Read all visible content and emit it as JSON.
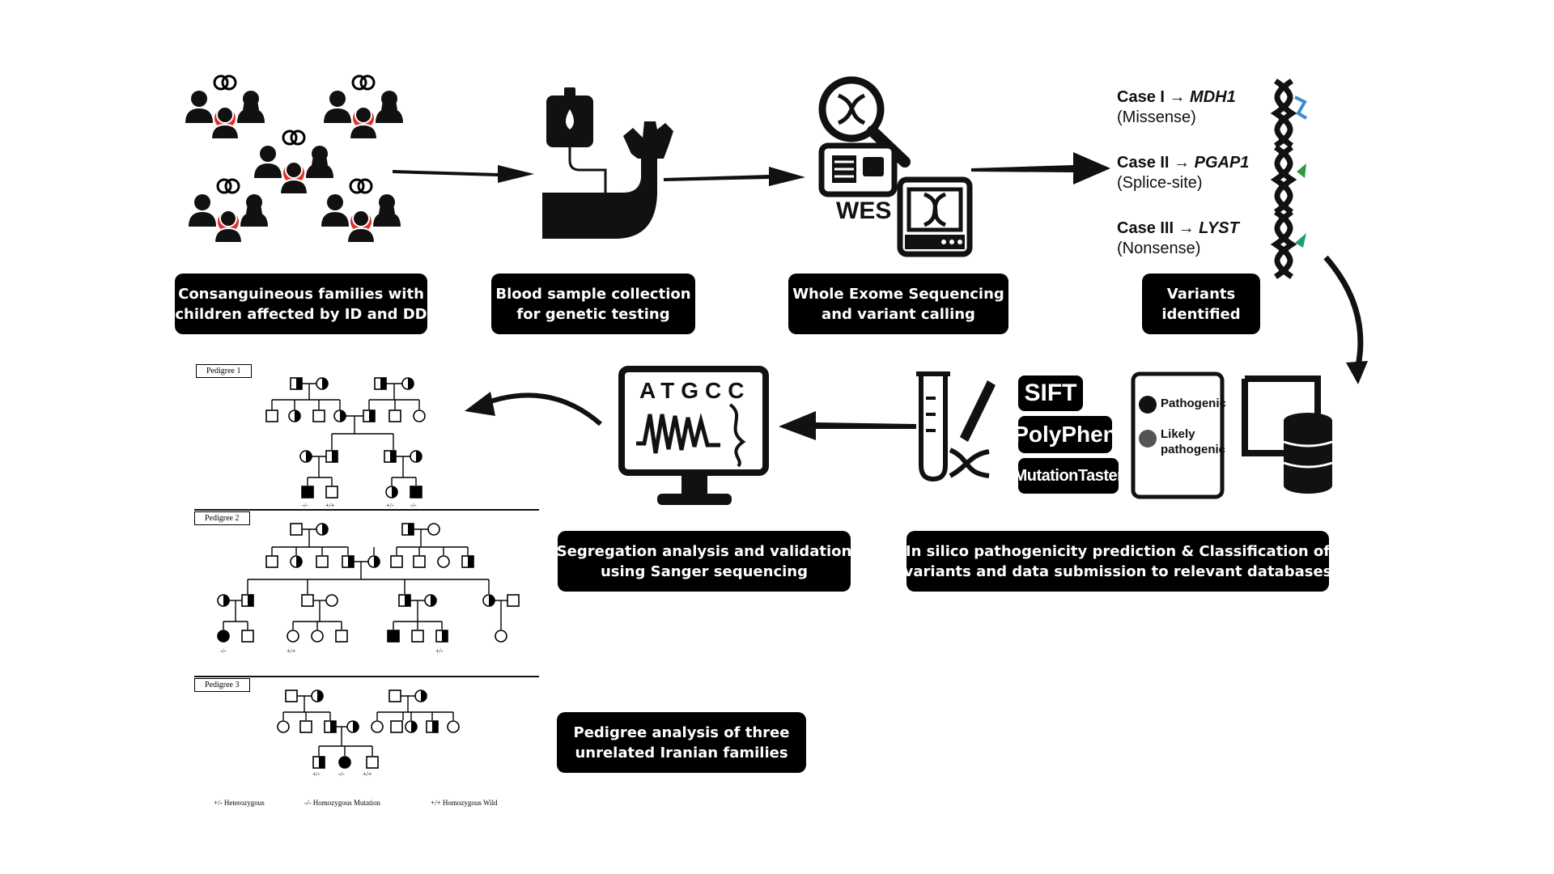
{
  "steps": {
    "s1": [
      "Consanguineous families with",
      "children affected by ID and DD"
    ],
    "s2": [
      "Blood sample collection",
      "for genetic testing"
    ],
    "s3": [
      "Whole Exome Sequencing",
      "and variant calling"
    ],
    "s4": [
      "Variants",
      "identified"
    ],
    "s5": [
      "In silico pathogenicity prediction & Classification of",
      "variants and data submission to relevant databases"
    ],
    "s6": [
      "Segregation analysis and validation",
      "using Sanger sequencing"
    ],
    "s7": [
      "Pedigree analysis of three",
      "unrelated Iranian families"
    ]
  },
  "variants": [
    {
      "case": "Case I → ",
      "gene": "MDH1",
      "type": "(Missense)"
    },
    {
      "case": "Case II → ",
      "gene": "PGAP1",
      "type": "(Splice-site)"
    },
    {
      "case": "Case III → ",
      "gene": "LYST",
      "type": "(Nonsense)"
    }
  ],
  "wes_label": "WES",
  "sequence_label": "ATGCC",
  "tools": [
    "SIFT",
    "PolyPhen",
    "MutationTaster"
  ],
  "classification": [
    "Pathogenic",
    "Likely",
    "pathogenic"
  ],
  "pedigrees": {
    "labels": [
      "Pedigree 1",
      "Pedigree 2",
      "Pedigree 3"
    ],
    "genotypes_1": [
      "-/-",
      "+/+",
      "+/-",
      "-/-"
    ],
    "genotypes_2": [
      "-/-",
      "+/+",
      "+/-"
    ],
    "genotypes_3": [
      "+/-",
      "-/-",
      "+/+"
    ],
    "legend": [
      "+/- Heterozygous",
      "-/- Homozygous Mutation",
      "+/+ Homozygous Wild"
    ]
  },
  "icons": [
    "family-icon",
    "blood-collection-icon",
    "sequencer-icon",
    "dna-icon",
    "test-tube-icon",
    "database-icon",
    "monitor-icon"
  ]
}
